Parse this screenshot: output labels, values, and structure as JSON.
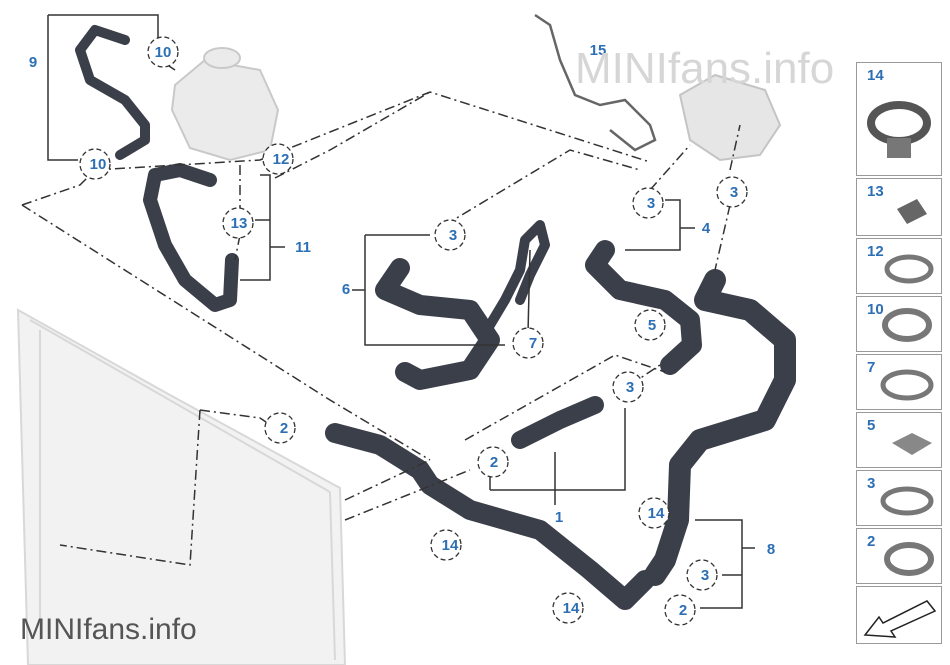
{
  "watermark": {
    "top": "MINIfans.info",
    "bottom": "MINIfans.info"
  },
  "callouts": [
    "10",
    "10",
    "12",
    "13",
    "3",
    "3",
    "3",
    "3",
    "2",
    "2",
    "7",
    "5",
    "14",
    "14",
    "14",
    "3",
    "2"
  ],
  "group_labels": [
    "9",
    "15",
    "11",
    "4",
    "6",
    "1",
    "8"
  ],
  "legend": [
    "14",
    "13",
    "12",
    "10",
    "7",
    "5",
    "3",
    "2"
  ],
  "colors": {
    "callout": "#2c6fb5",
    "hose": "#3b3f4a",
    "line": "#333333"
  }
}
